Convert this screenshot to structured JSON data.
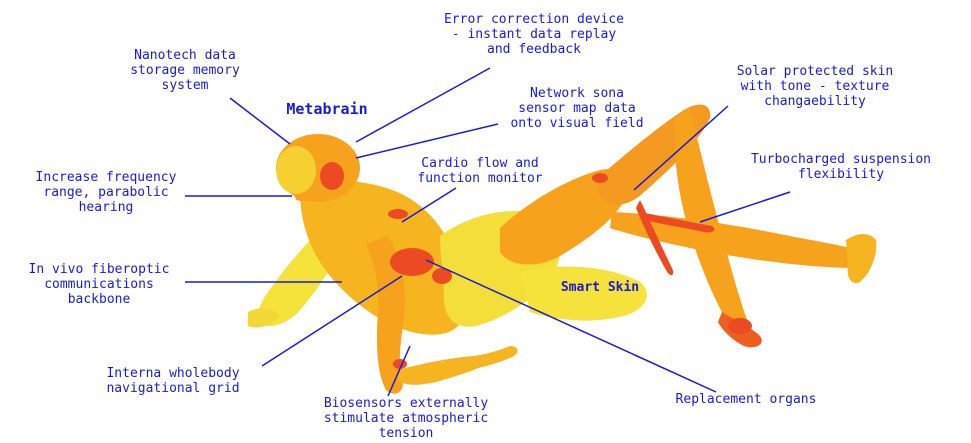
{
  "colors": {
    "label": "#1a1ad6",
    "leader": "#1a1ad6",
    "skin_light": "#f5e23a",
    "skin_mid": "#f7a21c",
    "skin_hot": "#ec4a22"
  },
  "labels": {
    "nanotech": "Nanotech data\nstorage memory\nsystem",
    "error_correction": "Error correction device\n- instant data replay\nand feedback",
    "metabrain": "Metabrain",
    "network_sona": "Network sona\nsensor map data\nonto visual field",
    "solar": "Solar protected skin\nwith tone - texture\nchangaebility",
    "frequency": "Increase frequency\nrange, parabolic\nhearing",
    "cardio": "Cardio flow and\nfunction monitor",
    "turbo": "Turbocharged suspension\nflexibility",
    "fiberoptic": "In vivo fiberoptic\ncommunications\nbackbone",
    "smart_skin": "Smart Skin",
    "wholebody": "Interna wholebody\nnavigational grid",
    "biosensors": "Biosensors externally\nstimulate atmospheric\ntension",
    "replacement": "Replacement organs"
  }
}
